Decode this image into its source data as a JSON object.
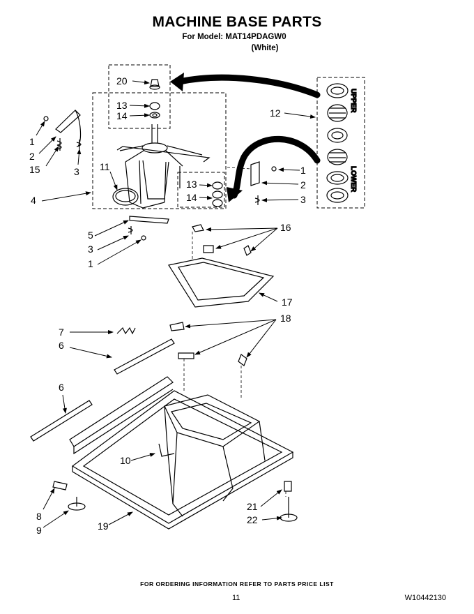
{
  "header": {
    "title": "MACHINE BASE PARTS",
    "model_line": "For Model: MAT14PDAGW0",
    "color_line": "(White)"
  },
  "callouts": {
    "c20": "20",
    "c13a": "13",
    "c14a": "14",
    "c12": "12",
    "c1a": "1",
    "c2a": "2",
    "c15": "15",
    "c3a": "3",
    "c11": "11",
    "c4": "4",
    "c1b": "1",
    "c2b": "2",
    "c3b": "3",
    "c13b": "13",
    "c14b": "14",
    "c5": "5",
    "c3c": "3",
    "c1c": "1",
    "c16": "16",
    "c17": "17",
    "c7": "7",
    "c6a": "6",
    "c18": "18",
    "c6b": "6",
    "c10": "10",
    "c8": "8",
    "c9": "9",
    "c19": "19",
    "c21": "21",
    "c22": "22"
  },
  "kit_labels": {
    "upper": "UPPER",
    "lower": "LOWER"
  },
  "footer": {
    "ordering_note": "FOR ORDERING INFORMATION REFER TO PARTS PRICE LIST",
    "page_number": "11",
    "document_number": "W10442130"
  }
}
